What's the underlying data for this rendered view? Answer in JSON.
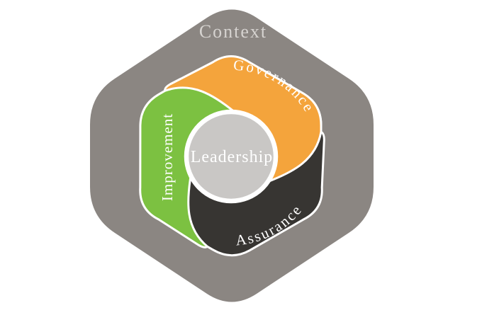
{
  "diagram": {
    "background_color": "#ffffff",
    "outline_color": "#ffffff",
    "outer_hexagon": {
      "label": "Context",
      "color": "#8b8682",
      "label_color": "#d6d3d0"
    },
    "petals": [
      {
        "label": "Governance",
        "color": "#f4a43c",
        "label_color": "#ffffff"
      },
      {
        "label": "Improvement",
        "color": "#7cc141",
        "label_color": "#ffffff"
      },
      {
        "label": "Assurance",
        "color": "#373532",
        "label_color": "#ffffff"
      }
    ],
    "center_circle": {
      "label": "Leadership",
      "color": "#c9c7c5",
      "label_color": "#ffffff"
    }
  }
}
